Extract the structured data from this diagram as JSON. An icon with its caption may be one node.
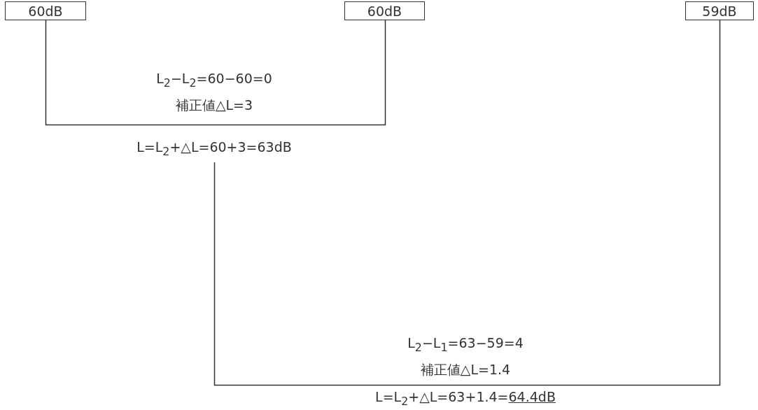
{
  "diagram": {
    "nodes": [
      {
        "text": [
          "60dB"
        ]
      },
      {
        "text": [
          "60dB"
        ]
      },
      {
        "text": [
          "59dB"
        ]
      },
      {
        "text": [
          "L=L$_{2}$+△L=60+3=63dB"
        ]
      }
    ],
    "edges": [
      {
        "from": 0,
        "to": 1,
        "arrow": "none"
      },
      {
        "from": 3,
        "to": 2,
        "arrow": "none"
      }
    ],
    "labels": [
      "L$_{2}$−L$_{2}$=60−60=0",
      "補正値△L=3",
      "L$_{2}$−L$_{1}$=63−59=4",
      "補正値△L=1.4",
      "L=L$_{2}$+△L=63+1.4=",
      "64.4dB"
    ]
  }
}
